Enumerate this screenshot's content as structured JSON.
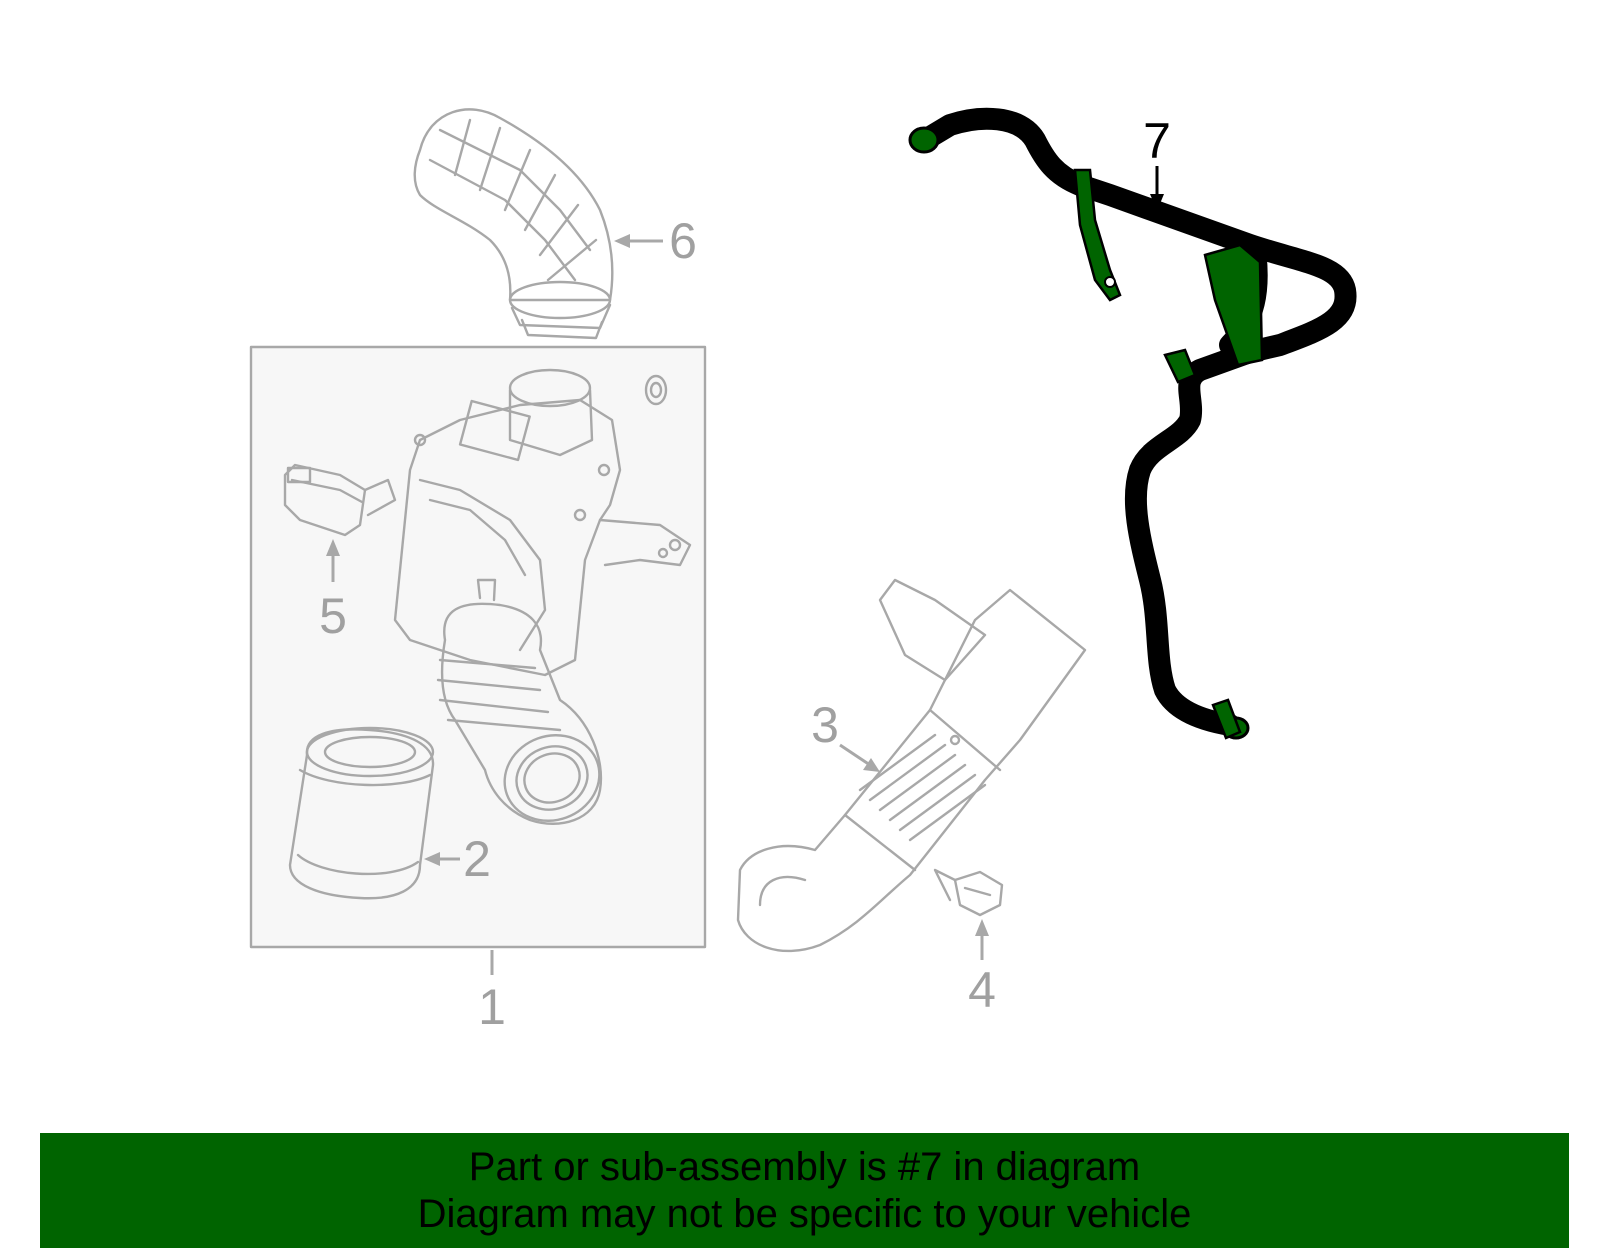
{
  "diagram": {
    "callouts": [
      {
        "id": "1",
        "label": "1"
      },
      {
        "id": "2",
        "label": "2"
      },
      {
        "id": "3",
        "label": "3"
      },
      {
        "id": "4",
        "label": "4"
      },
      {
        "id": "5",
        "label": "5"
      },
      {
        "id": "6",
        "label": "6"
      },
      {
        "id": "7",
        "label": "7"
      }
    ],
    "highlighted_part": "7",
    "colors": {
      "highlight": "#006400",
      "part_line": "#a8a8a8",
      "group_box_fill": "#f7f7f7",
      "banner_bg": "#006400"
    }
  },
  "banner": {
    "line1": "Part or sub-assembly is #7 in diagram",
    "line2": "Diagram may not be specific to your vehicle"
  }
}
